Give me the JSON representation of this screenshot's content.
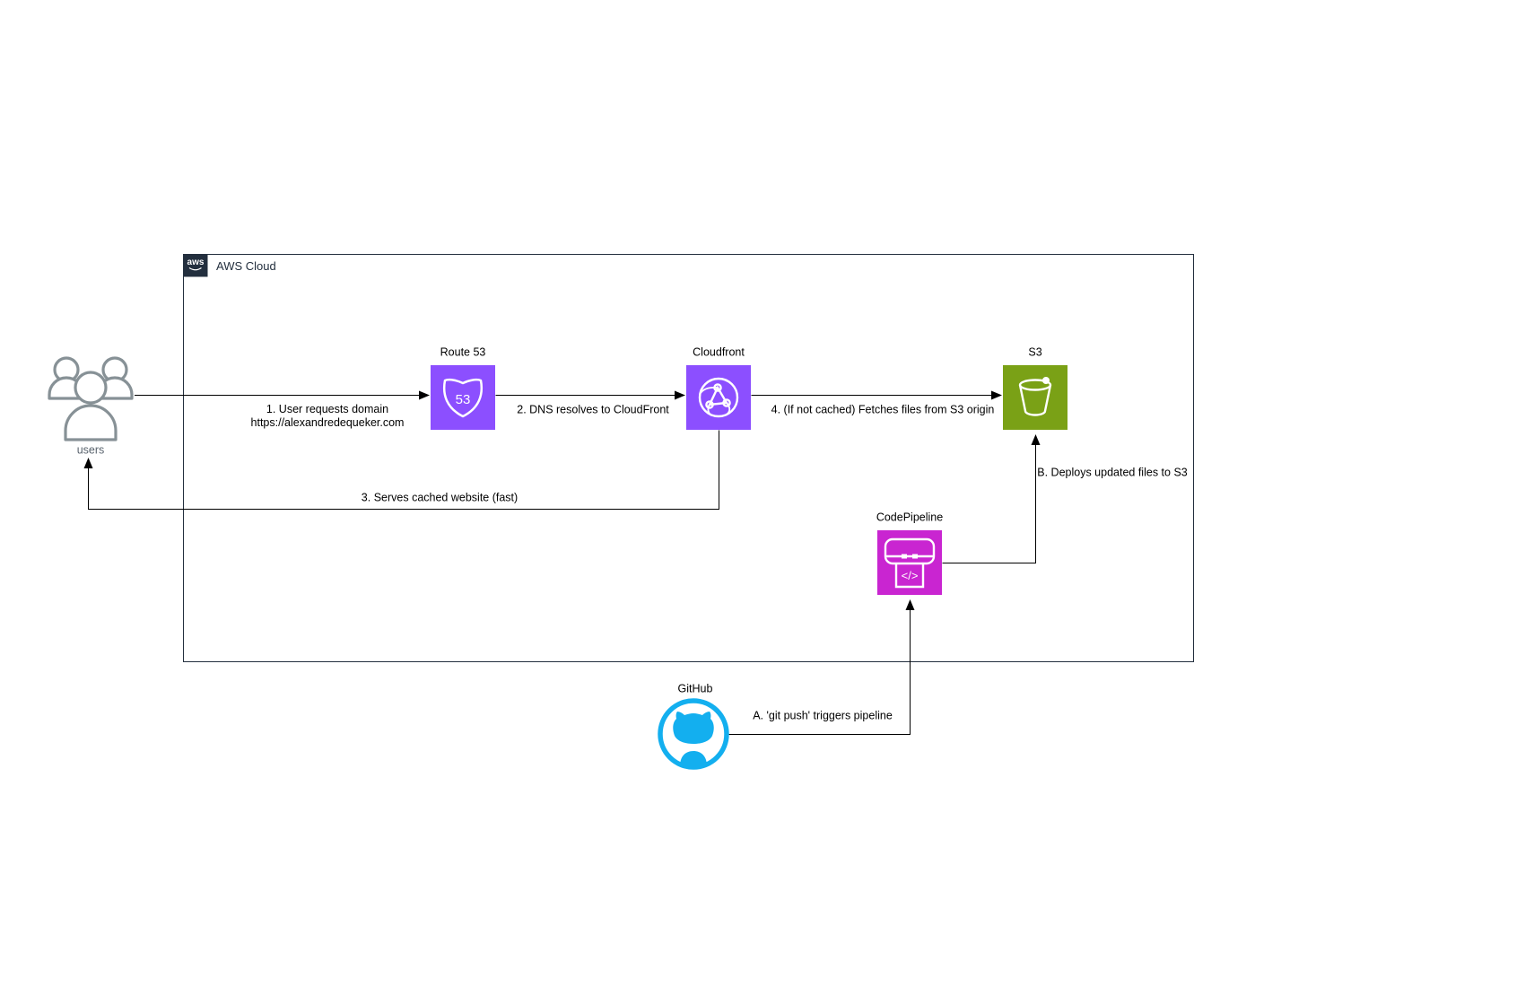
{
  "diagram": {
    "aws_cloud_label": "AWS Cloud",
    "aws_logo_text": "aws",
    "colors": {
      "network_purple": "#8C4FFF",
      "s3_green": "#7AA116",
      "pipeline_magenta": "#C925D1",
      "github_blue": "#13AFEF",
      "user_gray": "#879196",
      "dark_navy": "#232F3E"
    }
  },
  "nodes": {
    "users": {
      "label": "users",
      "icon": "users-icon"
    },
    "route53": {
      "label": "Route 53",
      "icon": "route53-shield-icon",
      "badge_text": "53"
    },
    "cloudfront": {
      "label": "Cloudfront",
      "icon": "cloudfront-globe-icon"
    },
    "s3": {
      "label": "S3",
      "icon": "s3-bucket-icon"
    },
    "codepipeline": {
      "label": "CodePipeline",
      "icon": "codepipeline-icon",
      "glyph_text": "</>"
    },
    "github": {
      "label": "GitHub",
      "icon": "github-octocat-icon"
    }
  },
  "flows": {
    "step1": {
      "line1": "1. User requests domain",
      "line2": "https://alexandredequeker.com"
    },
    "step2": {
      "label": "2. DNS resolves to CloudFront"
    },
    "step3": {
      "label": "3. Serves cached website (fast)"
    },
    "step4": {
      "label": "4. (If not cached) Fetches files from S3 origin"
    },
    "stepA": {
      "label": "A. 'git push' triggers pipeline"
    },
    "stepB": {
      "label": "B. Deploys updated files to S3"
    }
  }
}
